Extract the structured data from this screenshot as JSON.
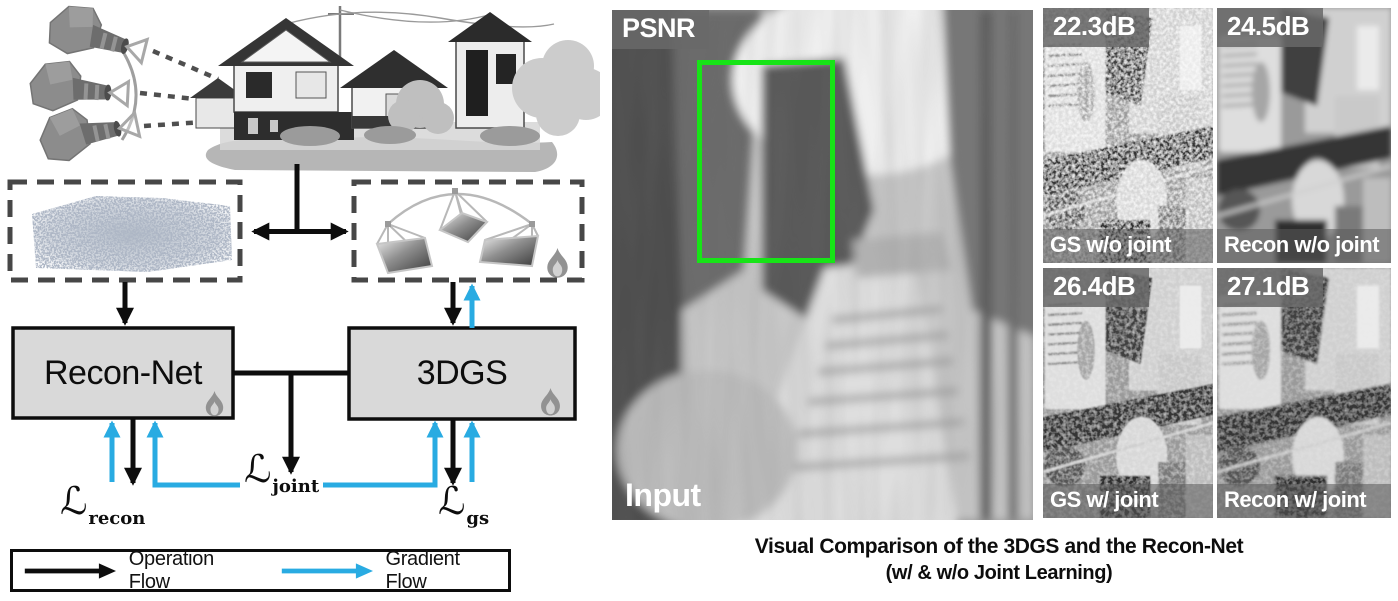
{
  "colors": {
    "operation_flow_black": "#0d0d0d",
    "gradient_flow_blue": "#29ABE2",
    "roi_green": "#17E417",
    "node_fill_gray": "#D9D9D9",
    "dashed_border_gray": "#474747"
  },
  "diagram": {
    "recon_net_box": {
      "label": "Recon-Net"
    },
    "gs_box": {
      "label": "3DGS"
    },
    "losses": {
      "recon": {
        "symbol": "ℒ",
        "sub": "recon"
      },
      "joint": {
        "symbol": "ℒ",
        "sub": "joint"
      },
      "gs": {
        "symbol": "ℒ",
        "sub": "gs"
      }
    },
    "legend": {
      "operation": "Operation Flow",
      "gradient": "Gradient Flow"
    }
  },
  "comparison": {
    "metric_label": "PSNR",
    "input_label": "Input",
    "crops": [
      {
        "db": "22.3dB",
        "label": "GS w/o joint"
      },
      {
        "db": "24.5dB",
        "label": "Recon w/o joint"
      },
      {
        "db": "26.4dB",
        "label": "GS w/ joint"
      },
      {
        "db": "27.1dB",
        "label": "Recon w/ joint"
      }
    ],
    "caption_line1": "Visual Comparison of the 3DGS and the Recon-Net",
    "caption_line2": "(w/ & w/o Joint Learning)"
  }
}
